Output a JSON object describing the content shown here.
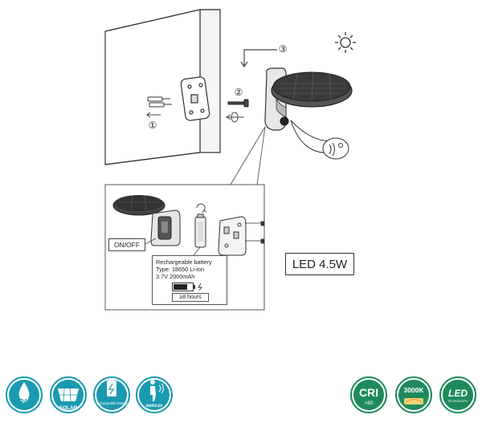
{
  "title": "LED 4.5W",
  "step_labels": {
    "step1": "①",
    "step2": "②",
    "step3": "③"
  },
  "switch_label": "ON/OFF",
  "battery_info": {
    "heading": "Rechargeable battery",
    "type": "Type: 18650 Li-ion",
    "spec": "3.7V 2000mAh",
    "runtime": "≥8 hours"
  },
  "feature_icons": [
    {
      "icon": "ip-drop-icon",
      "text": "IP44",
      "color": "#1a9ab0"
    },
    {
      "icon": "solar-panel-icon",
      "text": "SOLAR",
      "color": "#1a9ab0"
    },
    {
      "icon": "battery-icon",
      "text": "rechargeable battery",
      "color": "#1a9ab0"
    },
    {
      "icon": "motion-sensor-icon",
      "text": "sencor",
      "color": "#1a9ab0"
    }
  ],
  "spec_icons": [
    {
      "icon": "cri-icon",
      "text": "CRI",
      "subtext": ">80",
      "color": "#1e8a5c"
    },
    {
      "icon": "color-temperature-icon",
      "text": "3000K",
      "color": "#1e8a5c"
    },
    {
      "icon": "led-technology-icon",
      "text": "LED",
      "subtext": "TECHNOLOGY",
      "color": "#1e8a5c"
    }
  ]
}
